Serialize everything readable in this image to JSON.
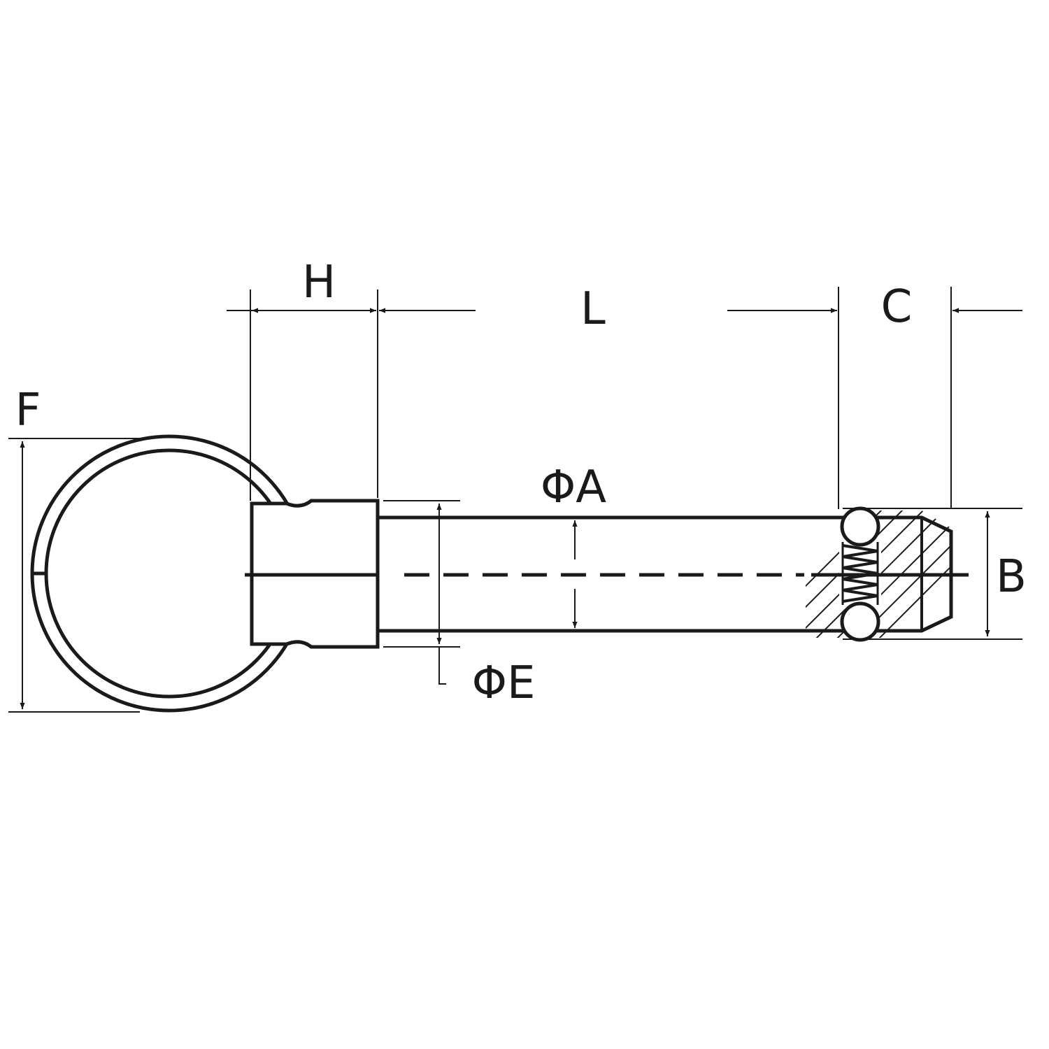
{
  "labels": {
    "H": "H",
    "L": "L",
    "C": "C",
    "F": "F",
    "A": "ΦA",
    "B": "B",
    "E": "ΦE"
  },
  "colors": {
    "line": "#1a1a1a",
    "background": "#ffffff"
  }
}
